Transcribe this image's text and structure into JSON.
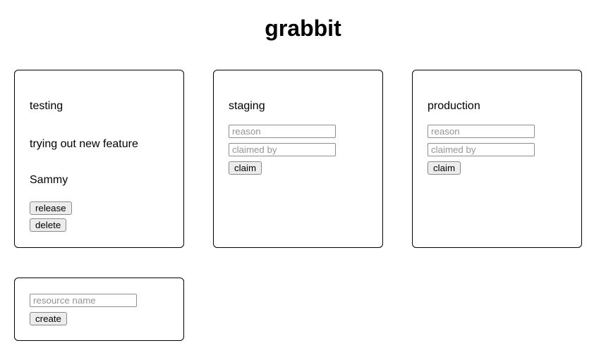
{
  "app": {
    "title": "grabbit"
  },
  "resources": [
    {
      "name": "testing",
      "claimed": true,
      "reason": "trying out new feature",
      "claimed_by": "Sammy",
      "release_label": "release",
      "delete_label": "delete"
    },
    {
      "name": "staging",
      "claimed": false,
      "reason_placeholder": "reason",
      "claimed_by_placeholder": "claimed by",
      "claim_label": "claim"
    },
    {
      "name": "production",
      "claimed": false,
      "reason_placeholder": "reason",
      "claimed_by_placeholder": "claimed by",
      "claim_label": "claim"
    }
  ],
  "create_form": {
    "name_placeholder": "resource name",
    "create_label": "create"
  },
  "colors": {
    "page_background": "#ffffff",
    "text": "#000000",
    "card_border": "#000000",
    "button_background": "#ececec",
    "button_border": "#8a8a8a",
    "input_border": "#8f8f8f",
    "placeholder_text": "#969696"
  }
}
